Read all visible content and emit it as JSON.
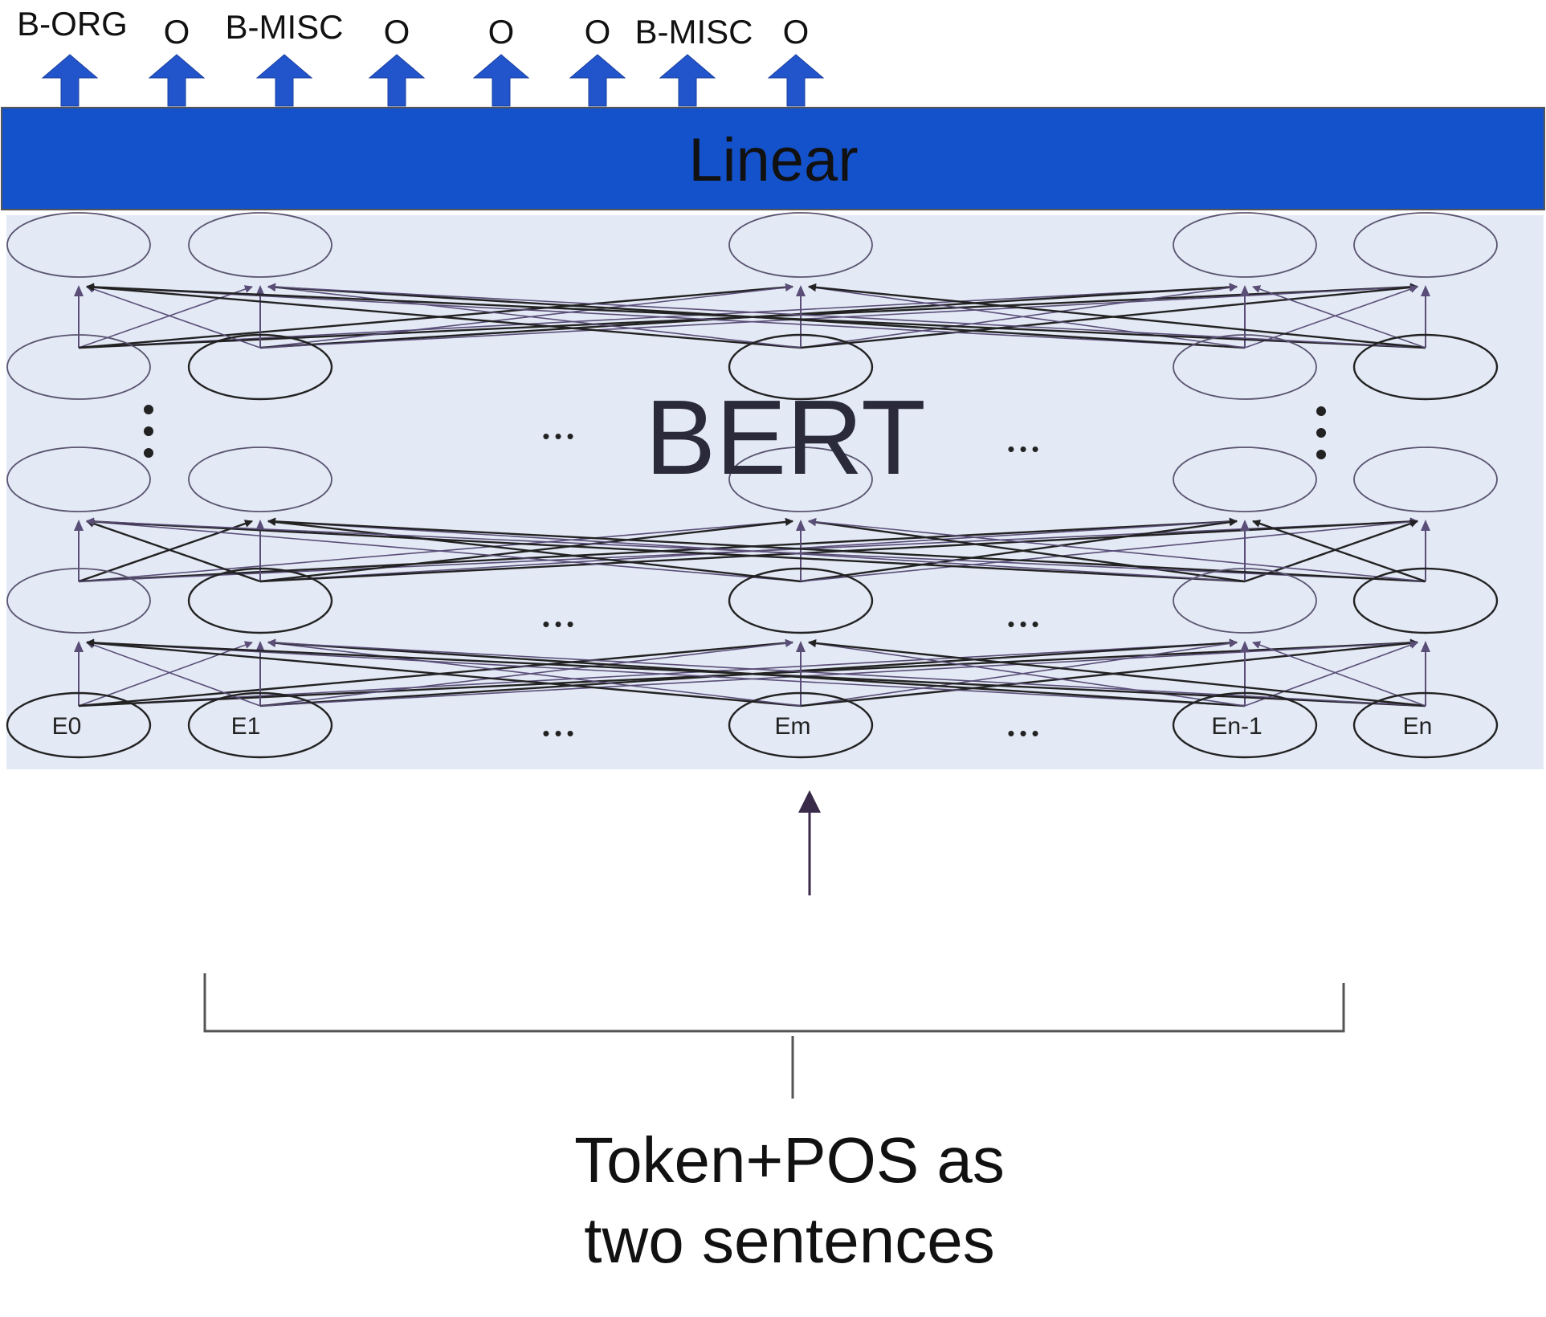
{
  "output_labels": [
    "B-ORG",
    "O",
    "B-MISC",
    "O",
    "O",
    "O",
    "B-MISC",
    "O"
  ],
  "linear_label": "Linear",
  "bert_label": "BERT",
  "embedding_labels": [
    "E0",
    "E1",
    "Em",
    "En-1",
    "En"
  ],
  "ellipsis_h": "•••",
  "input_caption": {
    "line1": "Token+POS as",
    "line2": "two sentences"
  },
  "colors": {
    "linear_bar": "#1452cc",
    "output_arrow": "#2255cc",
    "bert_panel": "#e3e9f5",
    "node_stroke": "#5a5470",
    "arrow_dark": "#222222",
    "arrow_purple": "#5a4e78",
    "input_arrow": "#3a2a4a",
    "bracket": "#555555"
  }
}
